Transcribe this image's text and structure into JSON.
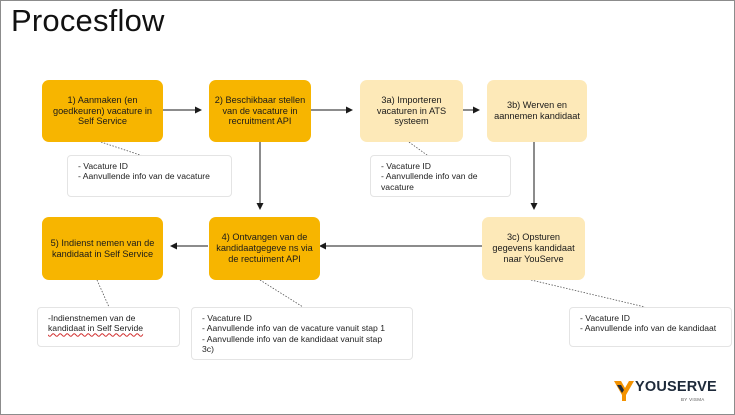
{
  "title": "Procesflow",
  "steps": {
    "s1": "1) Aanmaken (en goedkeuren) vacature in Self Service",
    "s2": "2) Beschikbaar stellen van de vacature in recruitment API",
    "s3a": "3a) Importeren vacaturen in ATS systeem",
    "s3b": "3b) Werven en aannemen kandidaat",
    "s3c": "3c) Opsturen gegevens kandidaat naar YouServe",
    "s4": "4) Ontvangen van de kandidaatgegeve ns via de rectuiment API",
    "s5": "5) Indienst nemen van de kandidaat in Self Service"
  },
  "notes": {
    "n1": [
      "- Vacature  ID",
      "- Aanvullende info van de vacature"
    ],
    "n3a": [
      "- Vacature  ID",
      "- Aanvullende info van de",
      "vacature"
    ],
    "n5": [
      "-Indienstnemen van de",
      "kandidaat in Self Servide"
    ],
    "n4": [
      "- Vacature ID",
      "- Aanvullende info van de vacature vanuit stap 1",
      "- Aanvullende info van de kandidaat vanuit stap",
      "3c)"
    ],
    "n3c": [
      "- Vacature  ID",
      "- Aanvullende info van de kandidaat"
    ]
  },
  "logo": {
    "name": "YOUSERVE",
    "sub": "BY VISMA"
  },
  "colors": {
    "dark_box": "#f7b500",
    "light_box": "#fde9b8",
    "logo_orange": "#f39200"
  }
}
